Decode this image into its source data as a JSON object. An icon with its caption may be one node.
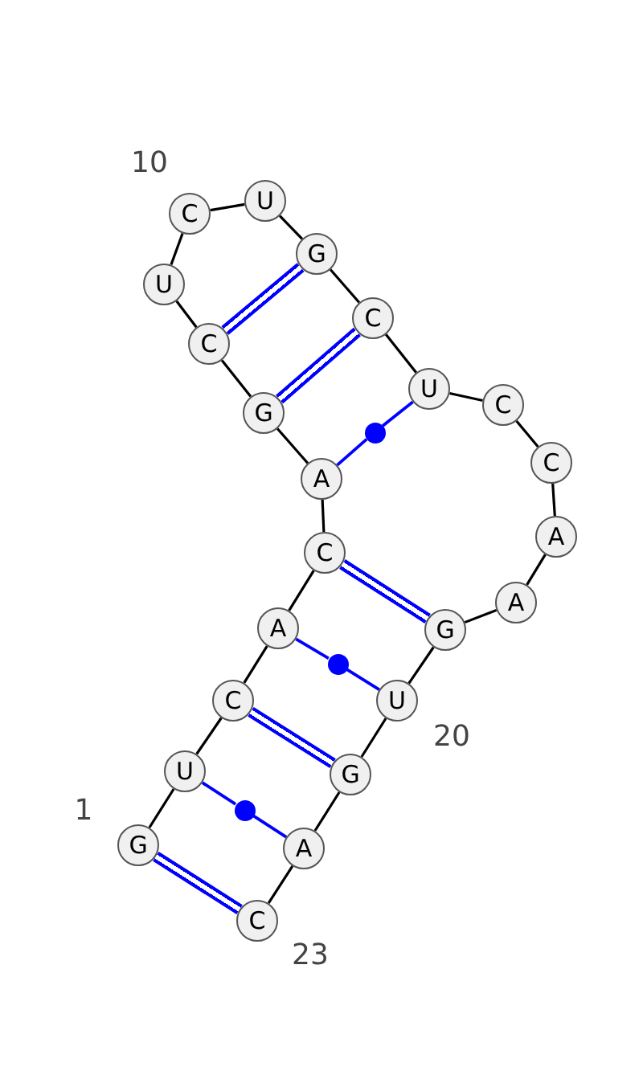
{
  "diagram": {
    "nodes": [
      {
        "text": [
          "G"
        ],
        "beside": [
          "1"
        ]
      },
      {
        "text": [
          "U"
        ]
      },
      {
        "text": [
          "C"
        ]
      },
      {
        "text": [
          "A"
        ]
      },
      {
        "text": [
          "C"
        ]
      },
      {
        "text": [
          "A"
        ]
      },
      {
        "text": [
          "G"
        ]
      },
      {
        "text": [
          "C"
        ]
      },
      {
        "text": [
          "U"
        ]
      },
      {
        "text": [
          "C"
        ],
        "beside": [
          "10"
        ]
      },
      {
        "text": [
          "U"
        ]
      },
      {
        "text": [
          "G"
        ]
      },
      {
        "text": [
          "C"
        ]
      },
      {
        "text": [
          "U"
        ]
      },
      {
        "text": [
          "C"
        ]
      },
      {
        "text": [
          "C"
        ]
      },
      {
        "text": [
          "A"
        ]
      },
      {
        "text": [
          "A"
        ]
      },
      {
        "text": [
          "G"
        ]
      },
      {
        "text": [
          "U"
        ],
        "beside": [
          "20"
        ]
      },
      {
        "text": [
          "G"
        ]
      },
      {
        "text": [
          "A"
        ]
      },
      {
        "text": [
          "C"
        ],
        "beside": [
          "23"
        ]
      },
      {
        "text": [],
        "shape": "circle"
      },
      {
        "text": [],
        "shape": "circle"
      },
      {
        "text": [],
        "shape": "circle"
      }
    ],
    "edges": [
      {
        "from": 0,
        "to": 1,
        "arrow": "none"
      },
      {
        "from": 1,
        "to": 2,
        "arrow": "none"
      },
      {
        "from": 2,
        "to": 3,
        "arrow": "none"
      },
      {
        "from": 3,
        "to": 4,
        "arrow": "none"
      },
      {
        "from": 4,
        "to": 5,
        "arrow": "none"
      },
      {
        "from": 5,
        "to": 6,
        "arrow": "none"
      },
      {
        "from": 6,
        "to": 7,
        "arrow": "none"
      },
      {
        "from": 7,
        "to": 8,
        "arrow": "none"
      },
      {
        "from": 8,
        "to": 9,
        "arrow": "none"
      },
      {
        "from": 9,
        "to": 10,
        "arrow": "none"
      },
      {
        "from": 10,
        "to": 11,
        "arrow": "none"
      },
      {
        "from": 11,
        "to": 12,
        "arrow": "none"
      },
      {
        "from": 12,
        "to": 13,
        "arrow": "none"
      },
      {
        "from": 13,
        "to": 14,
        "arrow": "none"
      },
      {
        "from": 14,
        "to": 15,
        "arrow": "none"
      },
      {
        "from": 15,
        "to": 16,
        "arrow": "none"
      },
      {
        "from": 16,
        "to": 17,
        "arrow": "none"
      },
      {
        "from": 17,
        "to": 18,
        "arrow": "none"
      },
      {
        "from": 18,
        "to": 19,
        "arrow": "none"
      },
      {
        "from": 19,
        "to": 20,
        "arrow": "none"
      },
      {
        "from": 20,
        "to": 21,
        "arrow": "none"
      },
      {
        "from": 21,
        "to": 22,
        "arrow": "none"
      },
      {
        "from": 0,
        "to": 22,
        "arrow": "none",
        "style": "thick",
        "color": "#0000ff"
      },
      {
        "from": 1,
        "to": 25,
        "arrow": "none",
        "color": "#0000ff"
      },
      {
        "from": 25,
        "to": 21,
        "arrow": "none",
        "color": "#0000ff"
      },
      {
        "from": 2,
        "to": 20,
        "arrow": "none",
        "style": "thick",
        "color": "#0000ff"
      },
      {
        "from": 3,
        "to": 24,
        "arrow": "none",
        "color": "#0000ff"
      },
      {
        "from": 24,
        "to": 19,
        "arrow": "none",
        "color": "#0000ff"
      },
      {
        "from": 4,
        "to": 18,
        "arrow": "none",
        "style": "thick",
        "color": "#0000ff"
      },
      {
        "from": 5,
        "to": 23,
        "arrow": "none",
        "color": "#0000ff"
      },
      {
        "from": 23,
        "to": 13,
        "arrow": "none",
        "color": "#0000ff"
      },
      {
        "from": 6,
        "to": 12,
        "arrow": "none",
        "style": "thick",
        "color": "#0000ff"
      },
      {
        "from": 7,
        "to": 11,
        "arrow": "none",
        "style": "thick",
        "color": "#0000ff"
      }
    ]
  }
}
